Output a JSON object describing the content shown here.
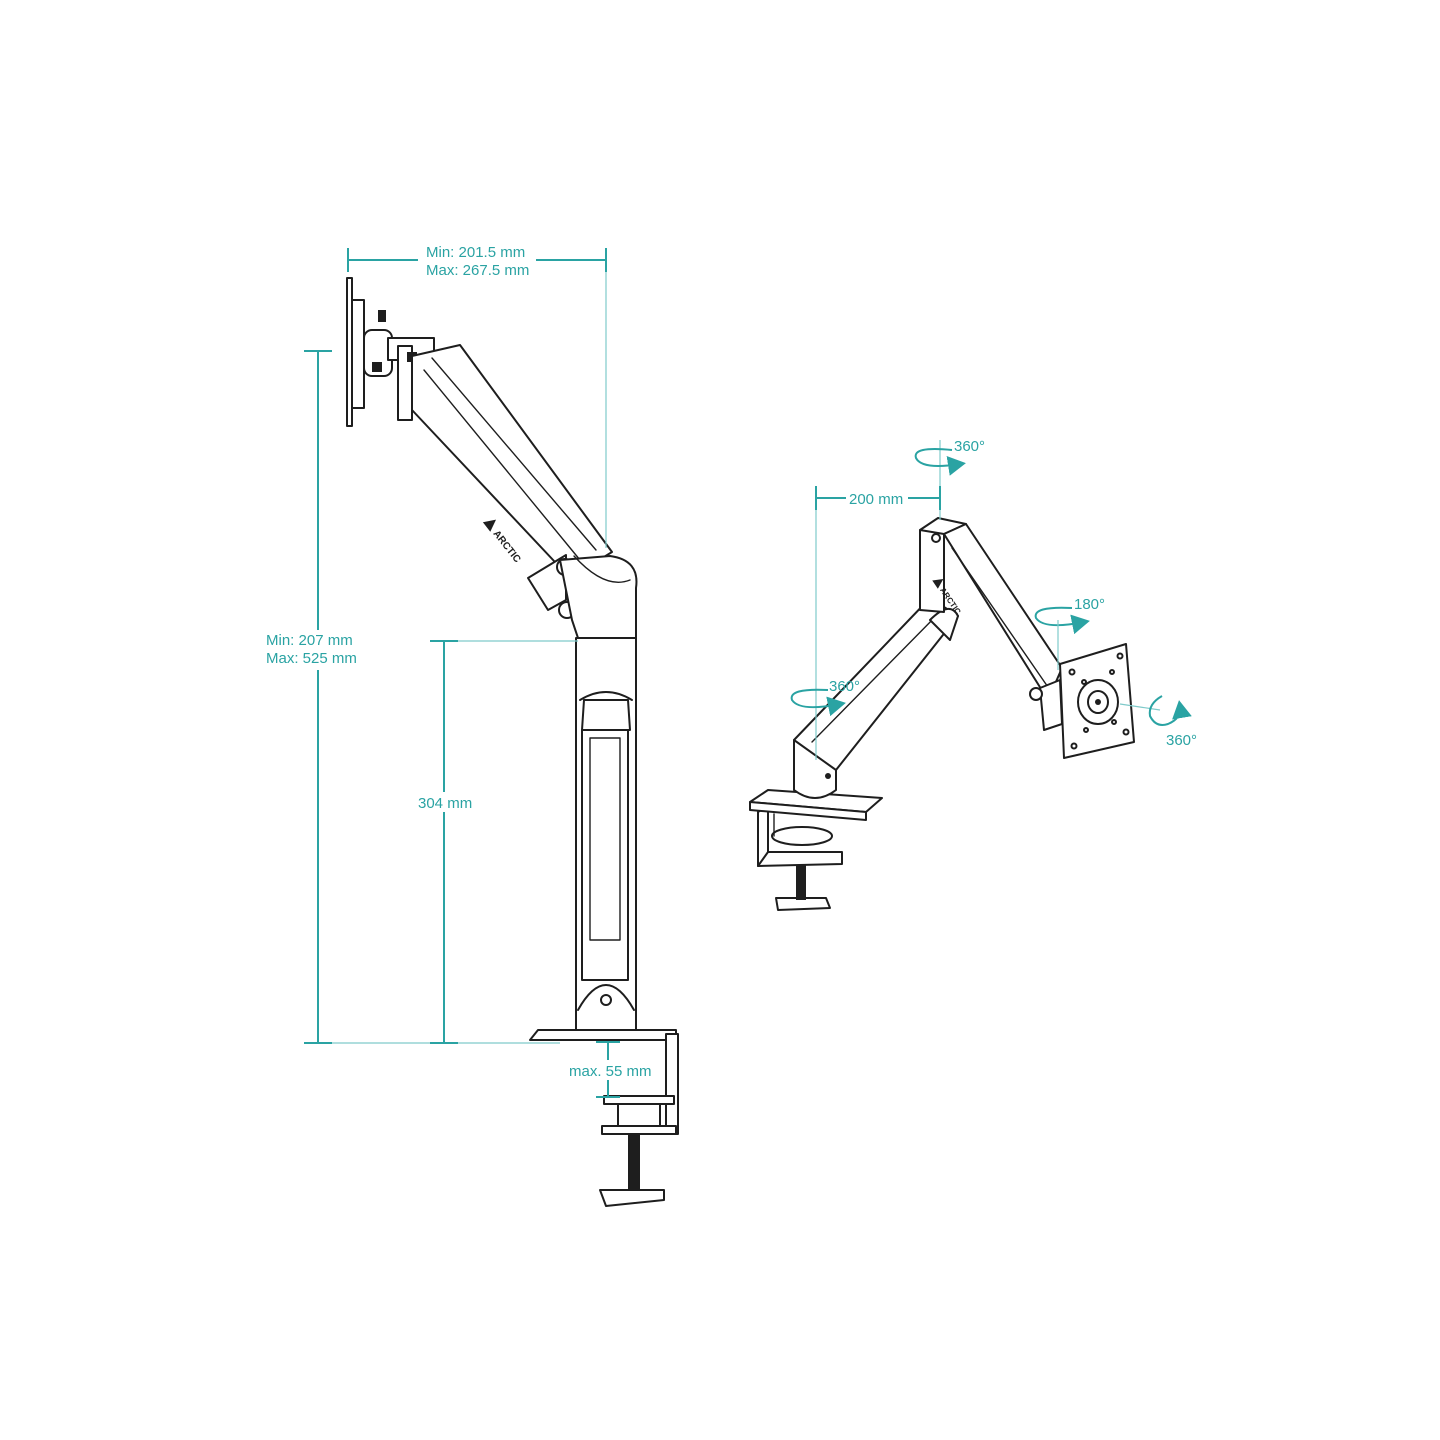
{
  "dimensions": {
    "reach_min": "Min: 201.5 mm",
    "reach_max": "Max: 267.5 mm",
    "height_min": "Min: 207 mm",
    "height_max": "Max: 525 mm",
    "pole_height": "304 mm",
    "clamp_thickness": "max. 55 mm",
    "arm_offset": "200 mm"
  },
  "rotations": {
    "pole_top": "360°",
    "arm_base": "360°",
    "tilt": "180°",
    "vesa_rotate": "360°"
  },
  "brand": {
    "side_view": "ARCTIC",
    "perspective_view": "ARCTIC"
  },
  "colors": {
    "dimension": "#2aa3a3",
    "drawing": "#1e1e1e",
    "background": "#ffffff"
  }
}
